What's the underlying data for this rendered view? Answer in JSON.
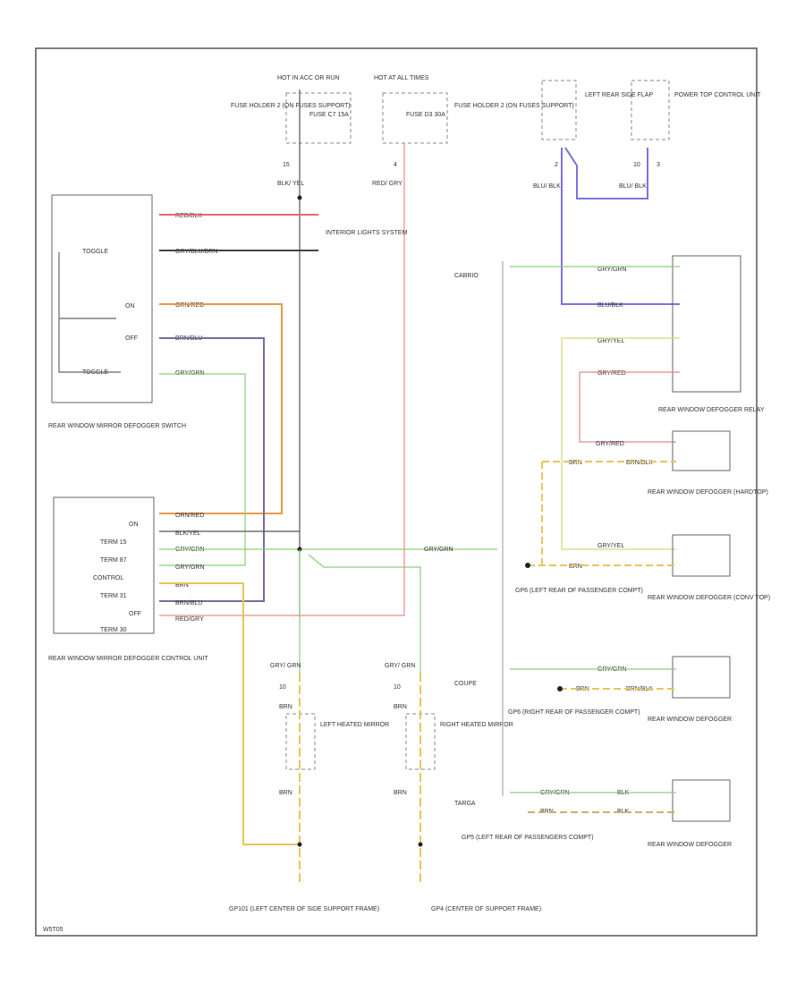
{
  "power": {
    "hot_in_run_label": "HOT IN ACC OR RUN",
    "hot_at_all_times_label": "HOT AT ALL TIMES",
    "fuse_holder_left": "FUSE HOLDER 2 (ON FUSES SUPPORT)",
    "fuse_holder_right": "FUSE HOLDER 2 (ON FUSES SUPPORT)",
    "fuse_left": "FUSE C7 15A",
    "fuse_right": "FUSE D3 30A",
    "pin_left": "15",
    "pin_right": "4",
    "wire_left": "BLK/ YEL",
    "wire_right": "RED/ GRY"
  },
  "top_right": {
    "left_rear_side_flap": "LEFT REAR SIDE FLAP",
    "power_top_control_unit": "POWER TOP CONTROL UNIT",
    "pin_a": "2",
    "pin_b": "10",
    "pin_c": "3",
    "wire_a": "BLU/ BLK",
    "wire_b": "BLU/ BLK"
  },
  "switch": {
    "title": "REAR WINDOW MIRROR DEFOGGER SWITCH",
    "positions": [
      "TOGGLE",
      "ON",
      "OFF",
      "TOGGLE"
    ],
    "wires": [
      "RED/BLK",
      "GRY/BLU/BRN",
      "ORN/RED",
      "BRN/BLU",
      "GRY/GRN"
    ],
    "system_label": "INTERIOR LIGHTS SYSTEM"
  },
  "control_unit": {
    "title": "REAR WINDOW MIRROR DEFOGGER CONTROL UNIT",
    "terms": [
      "ON",
      "TERM 15",
      "TERM 87",
      "CONTROL",
      "TERM 31",
      "OFF",
      "TERM 30"
    ],
    "wires": [
      "ORN/RED",
      "BLK/YEL",
      "GRY/GRN",
      "GRY/GRN",
      "BRN",
      "BRN/BLU",
      "RED/GRY"
    ]
  },
  "variants": {
    "cabrio": "CABRIO",
    "coupe": "COUPE",
    "targa": "TARGA",
    "shared_wire": "GRY/GRN"
  },
  "relay": {
    "title": "REAR WINDOW DEFOGGER RELAY",
    "wires": [
      "GRY/GRN",
      "BLU/BLK",
      "GRY/YEL",
      "GRY/RED"
    ]
  },
  "defoggers": {
    "hardtop": "REAR WINDOW DEFOGGER (HARDTOP)",
    "conv_top": "REAR WINDOW DEFOGGER (CONV TOP)",
    "coupe": "REAR WINDOW DEFOGGER",
    "targa": "REAR WINDOW DEFOGGER",
    "wires_hardtop": [
      "GRY/RED",
      "BRN",
      "BRN/BLK"
    ],
    "wires_conv": [
      "GRY/YEL",
      "BRN"
    ],
    "wires_coupe": [
      "GRY/GRN",
      "BRN",
      "BRN/BLK"
    ],
    "wires_targa": [
      "GRY/GRN",
      "BLK",
      "BRN",
      "BLK"
    ]
  },
  "grounds": {
    "gp6_left": "GP6 (LEFT REAR OF PASSENGER COMPT)",
    "gp6_right": "GP6 (RIGHT REAR OF PASSENGER COMPT)",
    "gp5": "GP5 (LEFT REAR OF PASSENGERS COMPT)",
    "gp101": "GP101 (LEFT CENTER OF SIDE SUPPORT FRAME)",
    "gp4": "GP4 (CENTER OF SUPPORT FRAME)"
  },
  "mirrors": {
    "left": "LEFT HEATED MIRROR",
    "right": "RIGHT HEATED MIRROR",
    "wire_top": "GRY/ GRN",
    "wire_brn": "BRN",
    "pin": "10"
  },
  "footer_code": "W5T05"
}
